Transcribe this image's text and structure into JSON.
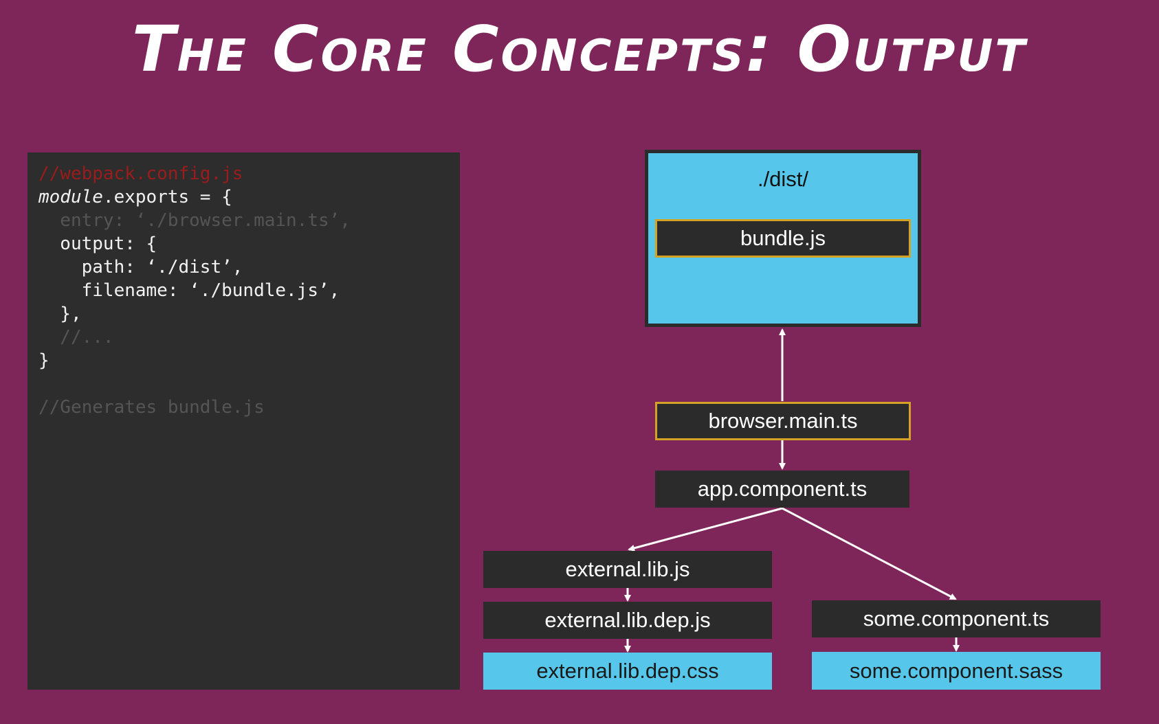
{
  "title": "The Core Concepts: Output",
  "code": {
    "line1": "//webpack.config.js",
    "line2_italic": "module",
    "line2_rest": ".exports = {",
    "line3": "  entry: ‘./browser.main.ts’,",
    "line4": "  output: {",
    "line5": "    path: ‘./dist’,",
    "line6": "    filename: ‘./bundle.js’,",
    "line7": "  },",
    "line8": "  //...",
    "line9": "}",
    "line10": "//Generates bundle.js"
  },
  "diagram": {
    "dist_label": "./dist/",
    "bundle": "bundle.js",
    "browser_main": "browser.main.ts",
    "app_component": "app.component.ts",
    "external_lib": "external.lib.js",
    "external_lib_dep": "external.lib.dep.js",
    "external_lib_dep_css": "external.lib.dep.css",
    "some_component": "some.component.ts",
    "some_component_sass": "some.component.sass"
  },
  "colors": {
    "background": "#7e2659",
    "panel": "#2d2d2d",
    "box_dark": "#2b2b2b",
    "box_cyan": "#56c7ea",
    "highlight": "#d4a325"
  }
}
